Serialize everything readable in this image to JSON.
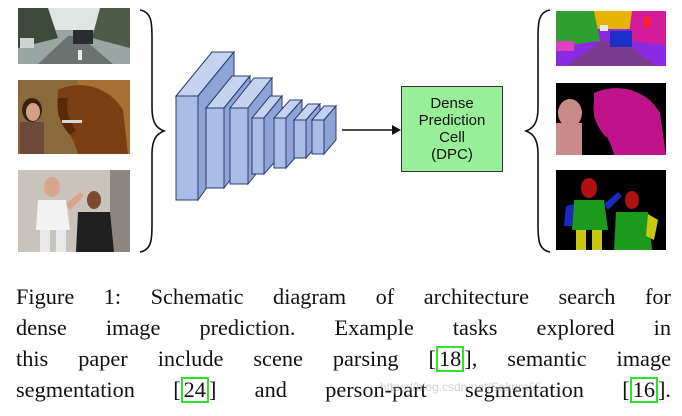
{
  "figure": {
    "dpc_box": {
      "lines": [
        "Dense",
        "Prediction",
        "Cell",
        "(DPC)"
      ]
    },
    "input_images": [
      "street-scene-photo",
      "horse-and-person-photo",
      "two-people-photo"
    ],
    "output_images": [
      "scene-parsing-map",
      "semantic-segmentation-map",
      "person-part-segmentation-map"
    ],
    "colors": {
      "network_fill": "#a9bde8",
      "network_stroke": "#2b3c6e",
      "dpc_fill": "#99ee99",
      "ref_border": "#2fe02f"
    }
  },
  "caption": {
    "line1": "Figure 1: Schematic diagram of architecture search for",
    "line2": "dense image prediction.  Example tasks explored in",
    "line3_prefix": "this paper include scene parsing [",
    "ref1": "18",
    "line3_suffix": "], semantic image",
    "line4_prefix": "segmentation [",
    "ref2": "24",
    "line4_middle": "] and person-part segmentation [",
    "ref3": "16",
    "line4_suffix": "]."
  },
  "watermark": "https://blog.csdn.net/Sakura55"
}
